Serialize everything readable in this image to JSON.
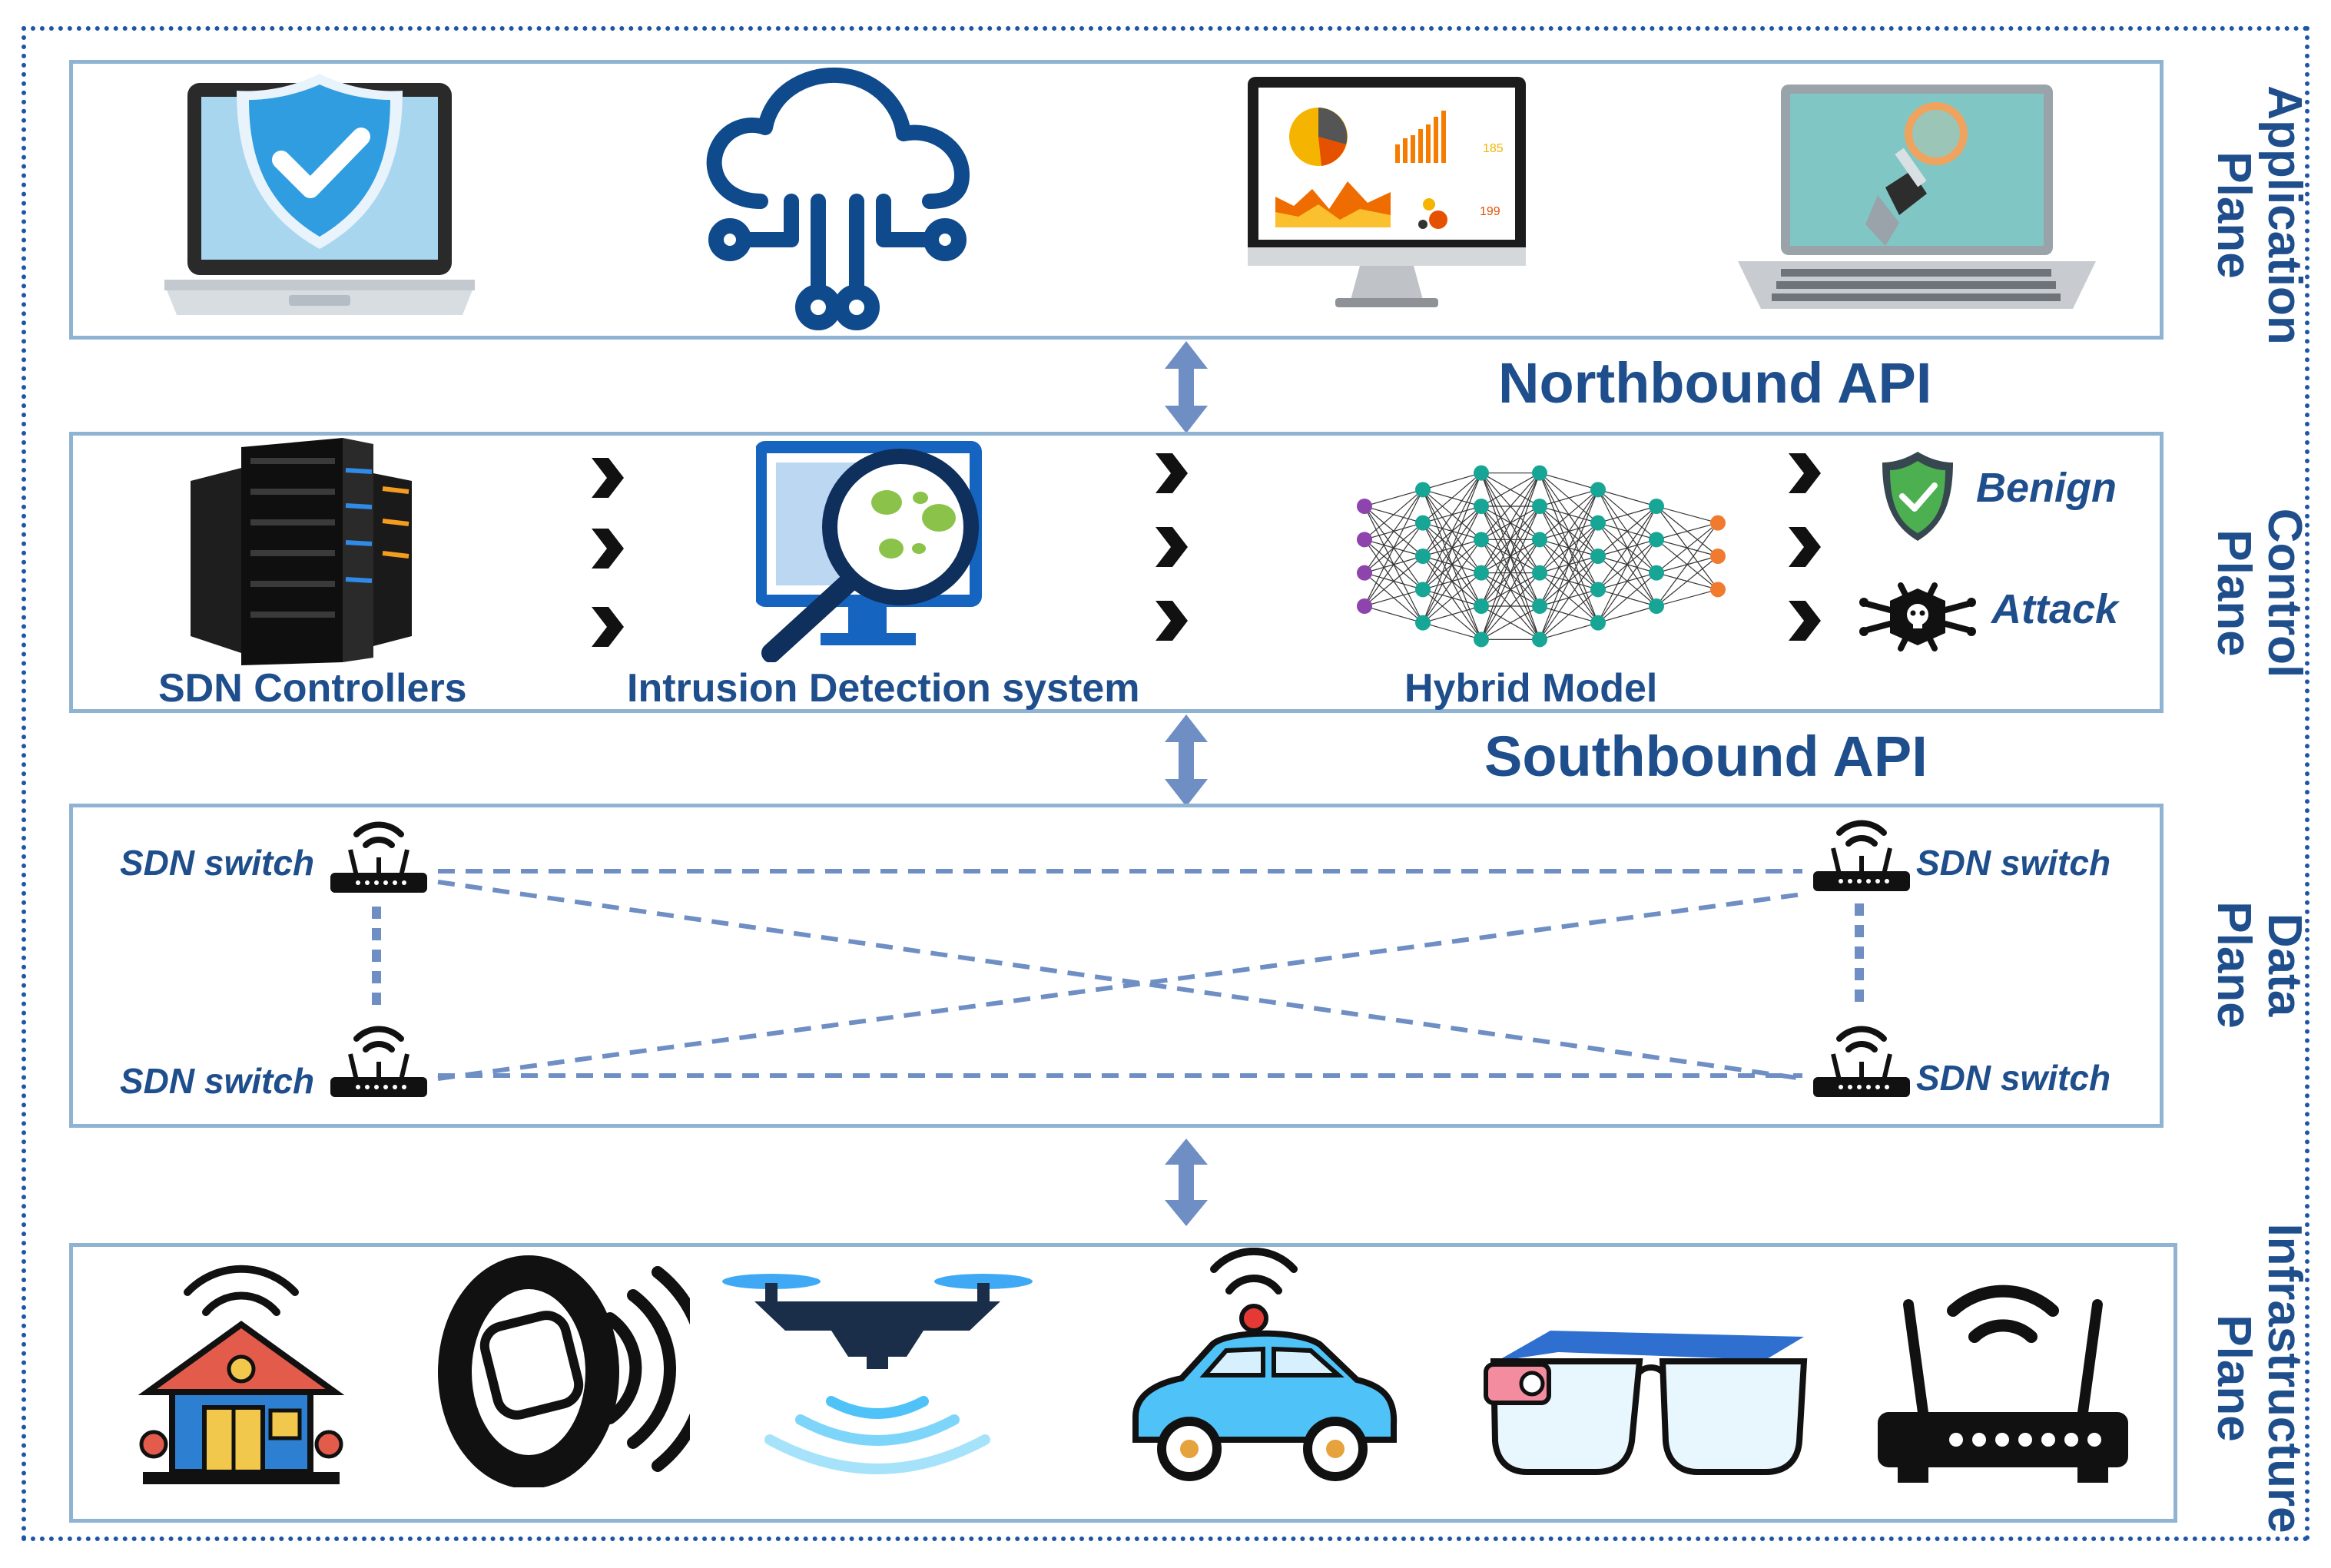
{
  "planes": {
    "application": "Application\nPlane",
    "control": "Control\nPlane",
    "data": "Data\nPlane",
    "infrastructure": "Infrastructure\nPlane"
  },
  "apis": {
    "northbound": "Northbound API",
    "southbound": "Southbound API"
  },
  "control_components": {
    "sdn_controllers": "SDN Controllers",
    "ids": "Intrusion Detection system",
    "hybrid_model": "Hybrid Model"
  },
  "outputs": {
    "benign": "Benign",
    "attack": "Attack"
  },
  "data_plane": {
    "switch_label": "SDN switch"
  },
  "dashboard_numbers": [
    "185",
    "199"
  ],
  "colors": {
    "title_blue": "#1f4e8c",
    "box_border": "#8fb3d3",
    "arrow": "#6f8fc4",
    "link_dash": "#6f8fc4"
  }
}
